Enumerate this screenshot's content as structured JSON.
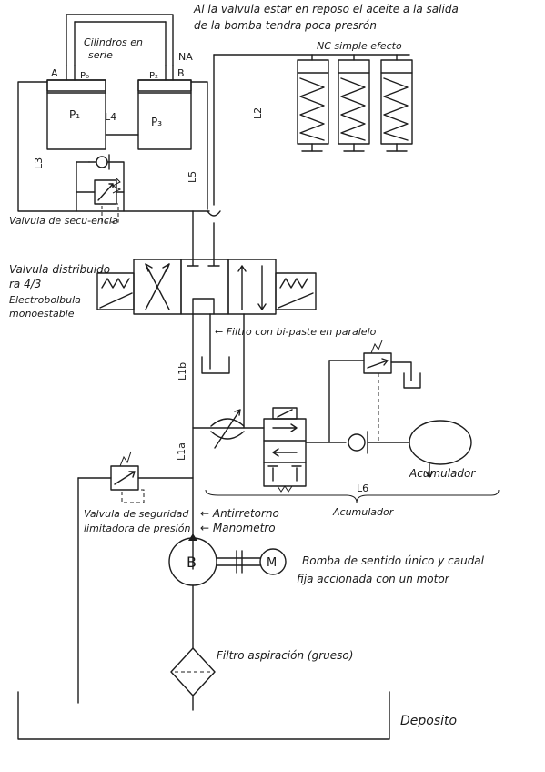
{
  "notes": {
    "top_line1": "Al la valvula estar en reposo el aceite a la salida",
    "top_line2": "de la bomba tendra poca presrón",
    "nc": "NC simple efecto"
  },
  "cylinders": {
    "caption_line1": "Cilindros en",
    "caption_line2": "serie",
    "port_a": "A",
    "port_p0": "P₀",
    "port_p2": "P₂",
    "port_b": "B",
    "na": "NA",
    "p1": "P₁",
    "p3": "P₃"
  },
  "lines": {
    "l1a": "L1a",
    "l1b": "L1b",
    "l2": "L2",
    "l3": "L3",
    "l4": "L4",
    "l5": "L5",
    "l6": "L6"
  },
  "labels": {
    "seq_valve": "Valvula de secu-encia",
    "dist_line1": "Valvula distribuido",
    "dist_line2": "ra 4/3",
    "dist_line3": "Electrobolbula",
    "dist_line4": "monoestable",
    "filter_bypass": "← Filtro con bi-paste en paralelo",
    "safety_line1": "Valvula de seguridad",
    "safety_line2": "limitadora de presión",
    "antiretorno": "← Antirretorno",
    "manometro": "← Manometro",
    "accumulator1": "Acumulador",
    "accumulator2": "Acumulador",
    "pump_line1": "Bomba de sentido único y caudal",
    "pump_line2": "fija accionada con un motor",
    "suction_filter": "Filtro aspiración (grueso)",
    "deposit": "Deposito",
    "pump_symbol": "B",
    "motor_symbol": "M"
  }
}
